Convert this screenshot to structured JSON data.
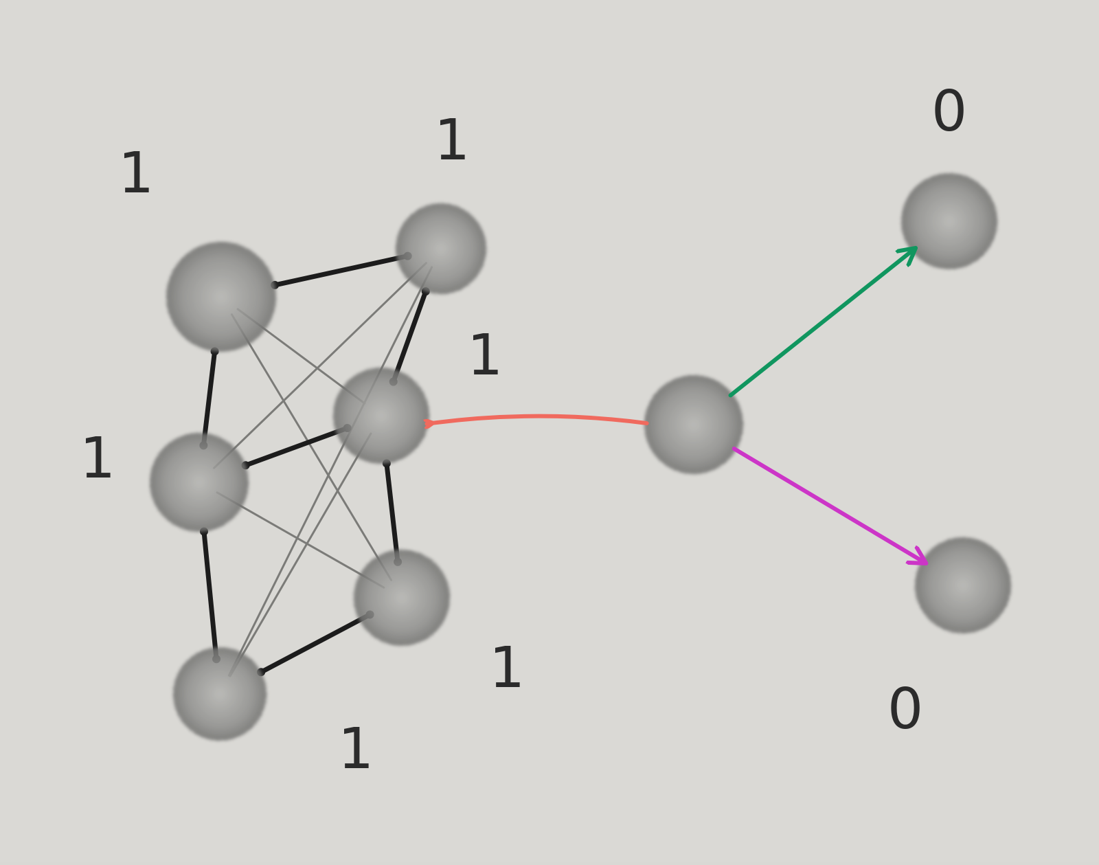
{
  "labels": {
    "top_left": "1",
    "top_center": "1",
    "middle_right": "1",
    "middle_left": "1",
    "bottom_right": "1",
    "bottom_center": "1",
    "far_top": "0",
    "far_bottom": "0"
  },
  "colors": {
    "paper": "#d9d8d4",
    "node": "#8a8a8a",
    "strong_edge": "#1c1c1c",
    "weak_edge": "#7b7b78",
    "arrow_red": "#f06a5e",
    "arrow_green": "#10965f",
    "arrow_magenta": "#cc35c7"
  },
  "nodes": [
    {
      "id": "a"
    },
    {
      "id": "b"
    },
    {
      "id": "c"
    },
    {
      "id": "d"
    },
    {
      "id": "e"
    },
    {
      "id": "f"
    },
    {
      "id": "center"
    },
    {
      "id": "far-top"
    },
    {
      "id": "far-bottom"
    }
  ],
  "edges": {
    "strong": [
      [
        "a",
        "b"
      ],
      [
        "a",
        "d"
      ],
      [
        "b",
        "c"
      ],
      [
        "d",
        "c"
      ],
      [
        "c",
        "e"
      ],
      [
        "d",
        "f"
      ],
      [
        "f",
        "e"
      ]
    ],
    "weak": [
      [
        "a",
        "c"
      ],
      [
        "a",
        "e"
      ],
      [
        "b",
        "d"
      ],
      [
        "b",
        "f"
      ],
      [
        "d",
        "e"
      ],
      [
        "c",
        "f"
      ]
    ]
  },
  "arrows": [
    {
      "from": "center",
      "to": "c",
      "color_key": "arrow_red"
    },
    {
      "from": "center",
      "to": "far-top",
      "color_key": "arrow_green"
    },
    {
      "from": "center",
      "to": "far-bottom",
      "color_key": "arrow_magenta"
    }
  ]
}
